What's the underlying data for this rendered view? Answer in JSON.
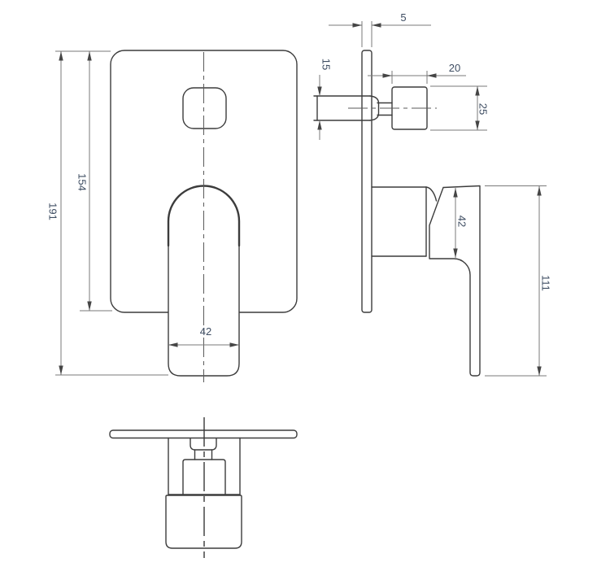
{
  "drawing": {
    "type": "technical-dimension-drawing",
    "subject": "concealed shower mixer valve trim with diverter knob and lever handle, three orthographic views",
    "background": "#ffffff",
    "colors": {
      "object_line": "#3c3c3c",
      "dimension_line": "#7a7a7a",
      "arrow": "#454545",
      "text": "#3e4d62",
      "centerline": "#5a5a5a"
    },
    "views": {
      "front": {
        "label": "front view (wall plate with button and lever handle)",
        "dims": {
          "overall_height": "191",
          "plate_height": "154",
          "handle_width": "42"
        }
      },
      "side": {
        "label": "side view (plate edge, diverter knob, lever handle)",
        "dims": {
          "plate_thickness": "5",
          "valve_body_diameter": "15",
          "knob_length": "20",
          "knob_diameter": "25",
          "hub_height": "42",
          "handle_length": "111"
        }
      },
      "bottom": {
        "label": "bottom view (plate edge-on with cartridge and lever end)"
      }
    }
  }
}
